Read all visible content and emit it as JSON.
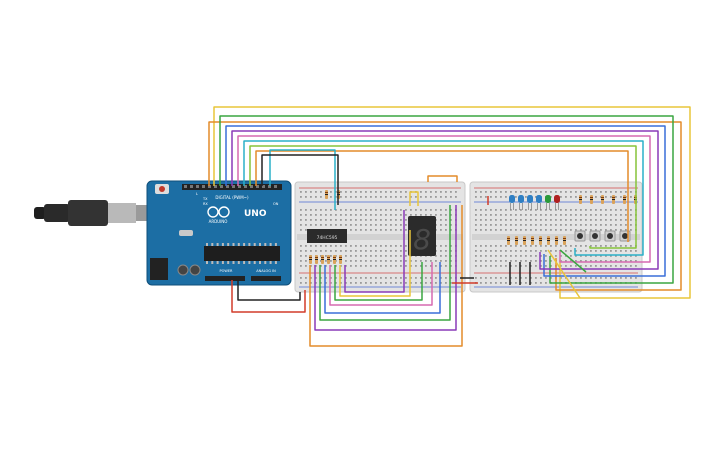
{
  "arduino": {
    "board_name": "UNO",
    "brand": "ARDUINO",
    "digital_header_label": "DIGITAL (PWM~)",
    "power_label": "POWER",
    "analog_label": "ANALOG IN",
    "color": "#1a6fa3",
    "tx_label": "TX",
    "rx_label": "RX",
    "l_label": "L",
    "on_label": "ON"
  },
  "chip": {
    "label": "74HC595",
    "color": "#2b2b2b"
  },
  "seven_segment": {
    "digit": "8",
    "color": "#2b2b2b",
    "segment_color": "#3a3a3a"
  },
  "leds": {
    "colors": [
      "#2f7fc4",
      "#2f7fc4",
      "#2f7fc4",
      "#2f7fc4",
      "#2a9a3a",
      "#b02020"
    ]
  },
  "pushbuttons": {
    "count": 4
  },
  "wire_colors": {
    "red": "#d23b2a",
    "black": "#222222",
    "yellow": "#e8c53a",
    "orange": "#e38c2a",
    "green": "#3aa640",
    "blue": "#3a6fd8",
    "purple": "#8a3ab8",
    "cyan": "#2ab0c8",
    "pink": "#d66ab0",
    "gray": "#8a8a8a",
    "brown": "#8b5a2b",
    "lime": "#86c43a"
  }
}
